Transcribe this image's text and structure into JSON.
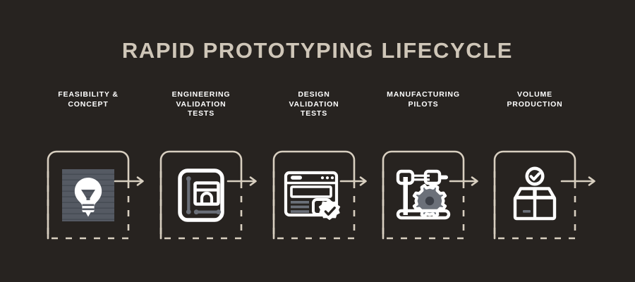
{
  "page": {
    "title": "RAPID PROTOTYPING LIFECYCLE",
    "background_color": "#272320",
    "title_color": "#cfc6b8",
    "label_color": "#ffffff",
    "line_color": "#d8cfc0",
    "icon_color": "#ffffff",
    "accent_panel_color": "#555a63"
  },
  "steps": [
    {
      "index": 1,
      "label_line1": "FEASIBILITY &",
      "label_line2": "CONCEPT",
      "label_line3": "",
      "icon": "lightbulb-icon",
      "highlighted": "true"
    },
    {
      "index": 2,
      "label_line1": "ENGINEERING",
      "label_line2": "VALIDATION",
      "label_line3": "TESTS",
      "icon": "blueprint-icon",
      "highlighted": "false"
    },
    {
      "index": 3,
      "label_line1": "DESIGN",
      "label_line2": "VALIDATION",
      "label_line3": "TESTS",
      "icon": "browser-verified-icon",
      "highlighted": "false"
    },
    {
      "index": 4,
      "label_line1": "MANUFACTURING",
      "label_line2": "PILOTS",
      "label_line3": "",
      "icon": "3d-printer-icon",
      "highlighted": "false"
    },
    {
      "index": 5,
      "label_line1": "VOLUME",
      "label_line2": "PRODUCTION",
      "label_line3": "",
      "icon": "package-check-icon",
      "highlighted": "false"
    }
  ]
}
